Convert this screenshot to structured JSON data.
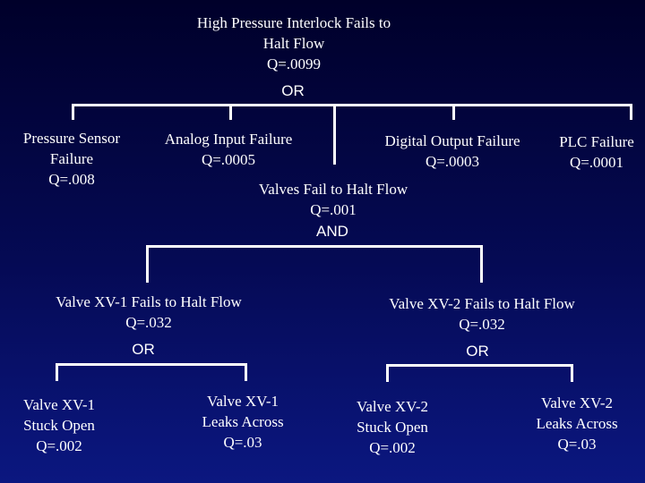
{
  "top_event": {
    "lines": [
      "High Pressure Interlock Fails to",
      "Halt Flow",
      "Q=.0099"
    ]
  },
  "gate_top": "OR",
  "pressure_sensor": {
    "lines": [
      "Pressure Sensor",
      "Failure",
      "Q=.008"
    ]
  },
  "analog_input": {
    "lines": [
      "Analog Input Failure",
      "Q=.0005"
    ]
  },
  "digital_output": {
    "lines": [
      "Digital Output Failure",
      "Q=.0003"
    ]
  },
  "plc_failure": {
    "lines": [
      "PLC Failure",
      "Q=.0001"
    ]
  },
  "valves_fail": {
    "lines": [
      "Valves Fail to Halt Flow",
      "Q=.001"
    ]
  },
  "gate_valves": "AND",
  "xv1_fail": {
    "lines": [
      "Valve XV-1  Fails to Halt Flow",
      "Q=.032"
    ]
  },
  "gate_xv1": "OR",
  "xv2_fail": {
    "lines": [
      "Valve XV-2  Fails to Halt Flow",
      "Q=.032"
    ]
  },
  "gate_xv2": "OR",
  "xv1_stuck": {
    "lines": [
      "Valve XV-1",
      "Stuck Open",
      "Q=.002"
    ]
  },
  "xv1_leaks": {
    "lines": [
      "Valve XV-1",
      "Leaks Across",
      "Q=.03"
    ]
  },
  "xv2_stuck": {
    "lines": [
      "Valve XV-2",
      "Stuck Open",
      "Q=.002"
    ]
  },
  "xv2_leaks": {
    "lines": [
      "Valve XV-2",
      "Leaks Across",
      "Q=.03"
    ]
  }
}
